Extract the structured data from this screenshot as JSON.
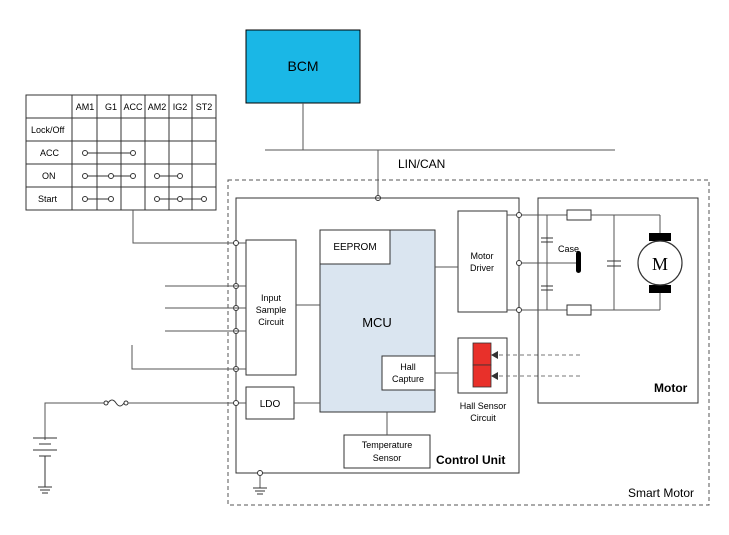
{
  "blocks": {
    "bcm": "BCM",
    "bus": "LIN/CAN",
    "eeprom": "EEPROM",
    "mcu": "MCU",
    "input_sample": [
      "Input",
      "Sample",
      "Circuit"
    ],
    "motor_driver": [
      "Motor",
      "Driver"
    ],
    "hall_capture": [
      "Hall",
      "Capture"
    ],
    "hall_sensor": [
      "Hall Sensor",
      "Circuit"
    ],
    "ldo": "LDO",
    "temperature_sensor": [
      "Temperature",
      "Sensor"
    ],
    "control_unit": "Control Unit",
    "motor_section": "Motor",
    "motor_symbol": "M",
    "case": "Case",
    "smart_motor": "Smart Motor"
  },
  "ignition_table": {
    "headers": [
      "AM1",
      "G1",
      "ACC",
      "AM2",
      "IG2",
      "ST2"
    ],
    "rows": [
      "Lock/Off",
      "ACC",
      "ON",
      "Start"
    ]
  },
  "colors": {
    "bcm_fill": "#1ab7e6",
    "mcu_fill": "#dae5f0",
    "hall_sensor_fill": "#e8302a"
  }
}
